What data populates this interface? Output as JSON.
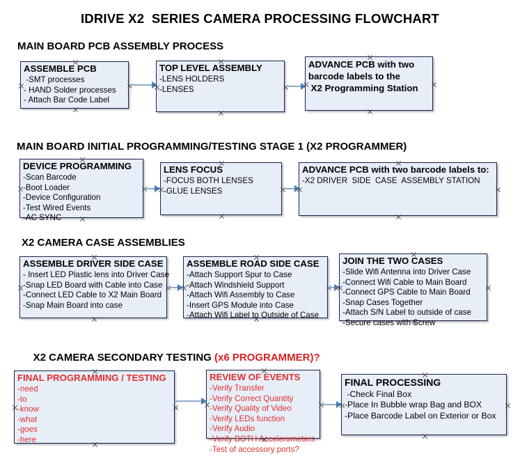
{
  "document": {
    "title": "IDRIVE X2  SERIES CAMERA PROCESSING FLOWCHART"
  },
  "sections": [
    {
      "id": "main-board-pcb-assembly",
      "heading": "MAIN BOARD PCB ASSEMBLY PROCESS",
      "boxes": [
        {
          "id": "assemble-pcb",
          "header": "ASSEMBLE PCB",
          "lines": [
            " -SMT processes",
            "- HAND Solder processes",
            "- Attach Bar Code Label"
          ]
        },
        {
          "id": "top-level-assembly",
          "header": "TOP LEVEL ASSEMBLY",
          "lines": [
            "-LENS HOLDERS",
            "-LENSES"
          ]
        },
        {
          "id": "advance-pcb-to-x2-programming-station",
          "header": "ADVANCE PCB with two",
          "header2": "barcode labels to the",
          "header3": " X2 Programming Station",
          "lines": []
        }
      ]
    },
    {
      "id": "main-board-initial-programming",
      "heading": "MAIN BOARD INITIAL PROGRAMMING/TESTING STAGE 1 (X2 PROGRAMMER)",
      "boxes": [
        {
          "id": "device-programming",
          "header": "DEVICE PROGRAMMING",
          "lines": [
            "-Scan Barcode",
            "-Boot Loader",
            "-Device Configuration",
            "-Test Wired Events",
            "-AC SYNC"
          ]
        },
        {
          "id": "lens-focus",
          "header": "LENS FOCUS",
          "lines": [
            "-FOCUS BOTH LENSES",
            "-GLUE LENSES"
          ]
        },
        {
          "id": "advance-pcb-to-driver-side-case-station",
          "header": "ADVANCE PCB with two barcode labels to:",
          "lines": [
            "-X2 DRIVER  SIDE  CASE  ASSEMBLY STATION"
          ]
        }
      ]
    },
    {
      "id": "x2-camera-case-assemblies",
      "heading": "X2 CAMERA CASE ASSEMBLIES",
      "boxes": [
        {
          "id": "assemble-driver-side-case",
          "header": "ASSEMBLE DRIVER SIDE CASE",
          "lines": [
            "- Insert LED Plastic lens into Driver Case",
            "-Snap LED Board with Cable into Case",
            "-Connect LED Cable to X2 Main Board",
            "-Snap Main Board into case"
          ]
        },
        {
          "id": "assemble-road-side-case",
          "header": "ASSEMBLE ROAD SIDE CASE",
          "lines": [
            "-Attach Support Spur to Case",
            "-Attach Windshield Support",
            "-Attach Wifi Assembly to Case",
            "-Insert GPS Module into Case",
            "-Attach Wifi Label to Outside of Case"
          ]
        },
        {
          "id": "join-the-two-cases",
          "header": "JOIN THE TWO CASES",
          "lines": [
            "-Slide Wifi Antenna into Driver Case",
            "-Connect Wifi Cable to Main Board",
            "-Connect GPS Cable to Main Board",
            "-Snap Cases Together",
            "-Attach S/N Label to outside of case",
            "-Secure cases with Screw"
          ]
        }
      ]
    },
    {
      "id": "x2-camera-secondary-testing",
      "heading": "X2 CAMERA SECONDARY TESTING ",
      "heading_red": "(x6 PROGRAMMER)?",
      "boxes": [
        {
          "id": "final-programming-testing",
          "header": "FINAL PROGRAMMING / TESTING",
          "color": "red",
          "lines": [
            "-need",
            "-to",
            "-know",
            "-what",
            "-goes",
            "-here"
          ]
        },
        {
          "id": "review-of-events",
          "header": "REVIEW OF EVENTS",
          "color": "red",
          "lines": [
            "-Verify Transfer",
            "-Verify Correct Quantity",
            "-Verify Quality of Video",
            "-Verify LEDs function",
            "-Verify Audio",
            "-Verify BOTH Accelerometers"
          ],
          "overflow_line": "-Test of accessory ports?"
        },
        {
          "id": "final-processing",
          "header": "FINAL PROCESSING",
          "lines": [
            " -Check Final Box",
            "-Place In Bubble wrap Bag and BOX",
            "-Place Barcode Label on Exterior or Box"
          ]
        }
      ]
    }
  ],
  "colors": {
    "box_fill": "#e8eef7",
    "box_border": "#17224a",
    "connector": "#8faac6",
    "arrow": "#4a7bb5",
    "red_text": "#e03030",
    "heading_red": "#d62222"
  }
}
